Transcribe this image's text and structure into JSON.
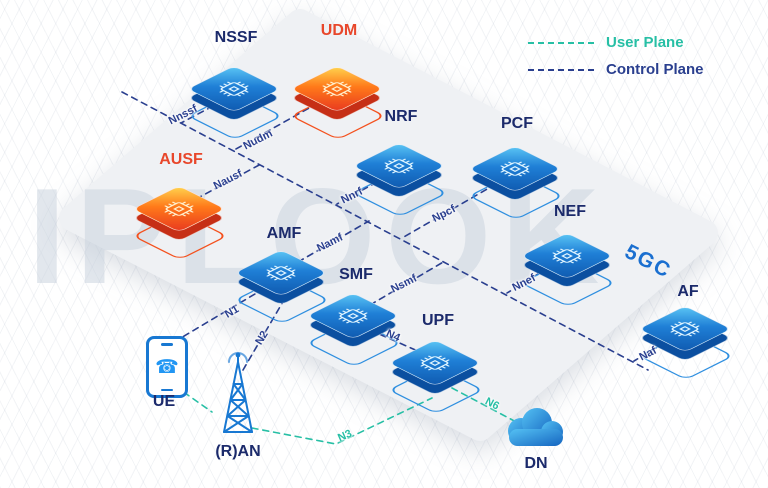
{
  "watermark": "IPLOOK",
  "platform": {
    "label": "5GC"
  },
  "legend": {
    "user_plane": {
      "label": "User Plane",
      "color": "#27bfa5"
    },
    "control_plane": {
      "label": "Control Plane",
      "color": "#2a3f8f"
    }
  },
  "nodes": {
    "nssf": {
      "label": "NSSF"
    },
    "udm": {
      "label": "UDM"
    },
    "ausf": {
      "label": "AUSF"
    },
    "nrf": {
      "label": "NRF"
    },
    "pcf": {
      "label": "PCF"
    },
    "nef": {
      "label": "NEF"
    },
    "amf": {
      "label": "AMF"
    },
    "smf": {
      "label": "SMF"
    },
    "upf": {
      "label": "UPF"
    },
    "af": {
      "label": "AF"
    },
    "ue": {
      "label": "UE"
    },
    "ran": {
      "label": "(R)AN"
    },
    "dn": {
      "label": "DN"
    }
  },
  "interfaces": {
    "nnssf": "Nnssf",
    "nudm": "Nudm",
    "nausf": "Nausf",
    "nnrf": "Nnrf",
    "npcf": "Npcf",
    "namf": "Namf",
    "nsmf": "Nsmf",
    "nnef": "Nnef",
    "naf": "Naf",
    "n1": "N1",
    "n2": "N2",
    "n3": "N3",
    "n4": "N4",
    "n6": "N6"
  },
  "colors": {
    "chip_blue": "#1878d2",
    "chip_orange": "#f0481f",
    "label_navy": "#1b2a6b",
    "highlight_red": "#e8472b",
    "user_plane_teal": "#27bfa5",
    "control_plane_navy": "#2a3f8f",
    "platform_gray": "#eff1f4"
  }
}
